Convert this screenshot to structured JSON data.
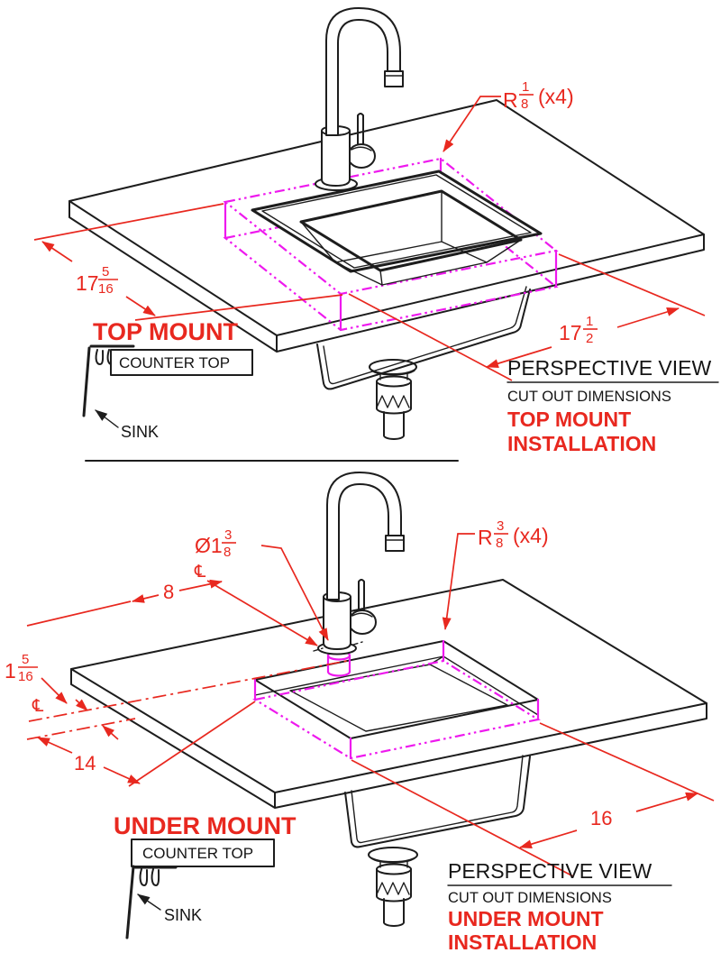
{
  "drawing": {
    "colors": {
      "line": "#1d1d1d",
      "dimension_red": "#e8281f",
      "cutout_magenta": "#ee19ee",
      "background": "#ffffff"
    },
    "top": {
      "mount_title": "TOP MOUNT",
      "corner_radius": {
        "prefix": "R",
        "numerator": "1",
        "denominator": "8",
        "suffix": "(x4)"
      },
      "depth_dim": {
        "whole": "17",
        "numerator": "5",
        "denominator": "16"
      },
      "width_dim": {
        "whole": "17",
        "numerator": "1",
        "denominator": "2"
      },
      "countertop_label": "COUNTER TOP",
      "sink_label": "SINK",
      "view_title": "PERSPECTIVE VIEW",
      "view_subtitle": "CUT OUT DIMENSIONS",
      "install_line1": "TOP MOUNT",
      "install_line2": "INSTALLATION"
    },
    "bottom": {
      "mount_title": "UNDER MOUNT",
      "corner_radius": {
        "prefix": "R",
        "numerator": "3",
        "denominator": "8",
        "suffix": "(x4)"
      },
      "faucet_hole": {
        "prefix": "Ø1",
        "numerator": "3",
        "denominator": "8"
      },
      "centerline_symbol": "℄",
      "faucet_offset_dim": "8",
      "centerline_offset_dim": {
        "whole": "1",
        "numerator": "5",
        "denominator": "16"
      },
      "depth_dim": "14",
      "width_dim": "16",
      "countertop_label": "COUNTER TOP",
      "sink_label": "SINK",
      "view_title": "PERSPECTIVE VIEW",
      "view_subtitle": "CUT OUT DIMENSIONS",
      "install_line1": "UNDER MOUNT",
      "install_line2": "INSTALLATION"
    }
  }
}
